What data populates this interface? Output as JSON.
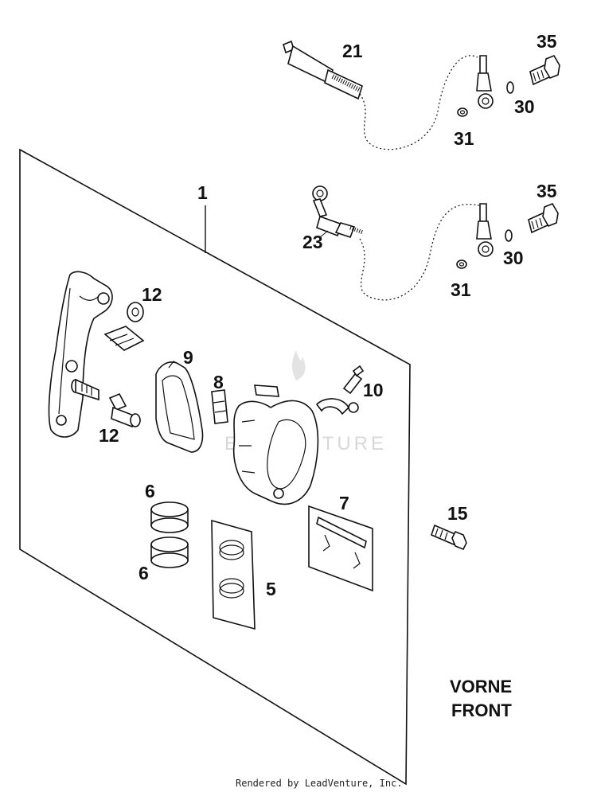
{
  "callouts": {
    "c1": "1",
    "c5": "5",
    "c6a": "6",
    "c6b": "6",
    "c7": "7",
    "c8": "8",
    "c9": "9",
    "c10": "10",
    "c12a": "12",
    "c12b": "12",
    "c15": "15",
    "c21": "21",
    "c23": "23",
    "c30a": "30",
    "c30b": "30",
    "c31a": "31",
    "c31b": "31",
    "c35a": "35",
    "c35b": "35"
  },
  "front_label": {
    "line1": "VORNE",
    "line2": "FRONT"
  },
  "watermark": "EADVENTURE",
  "footer": "Rendered by LeadVenture, Inc.",
  "colors": {
    "ink": "#111111",
    "paper": "#ffffff",
    "watermark": "#d8d8d8"
  }
}
